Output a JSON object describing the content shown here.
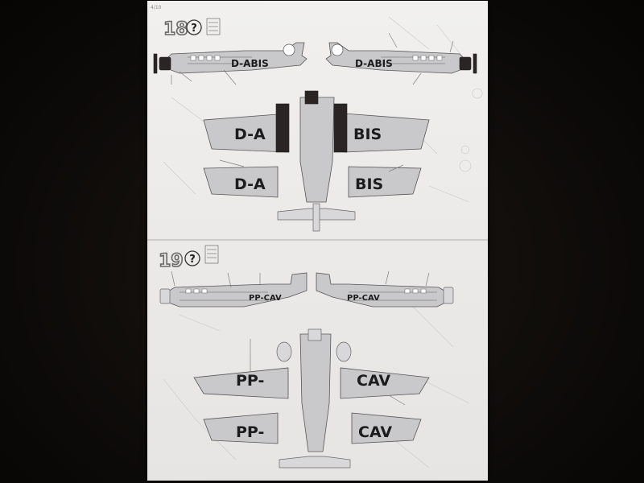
{
  "page_number": "4/10",
  "steps": [
    {
      "number": "18",
      "help_symbol": "?",
      "side_left_registration": "D-ABIS",
      "side_right_registration": "D-ABIS",
      "wing_top_left": "D-A",
      "wing_top_right": "BIS",
      "wing_bottom_left": "D-A",
      "wing_bottom_right": "BIS"
    },
    {
      "number": "19",
      "help_symbol": "?",
      "side_left_registration": "PP-CAV",
      "side_right_registration": "PP-CAV",
      "wing_top_left": "PP-",
      "wing_top_right": "CAV",
      "wing_bottom_left": "PP-",
      "wing_bottom_right": "CAV"
    }
  ],
  "colors": {
    "background": "#0c0a08",
    "paper": "#eceae8",
    "ink": "#1c1c1c",
    "engine_nacelle": "#2a2424"
  }
}
